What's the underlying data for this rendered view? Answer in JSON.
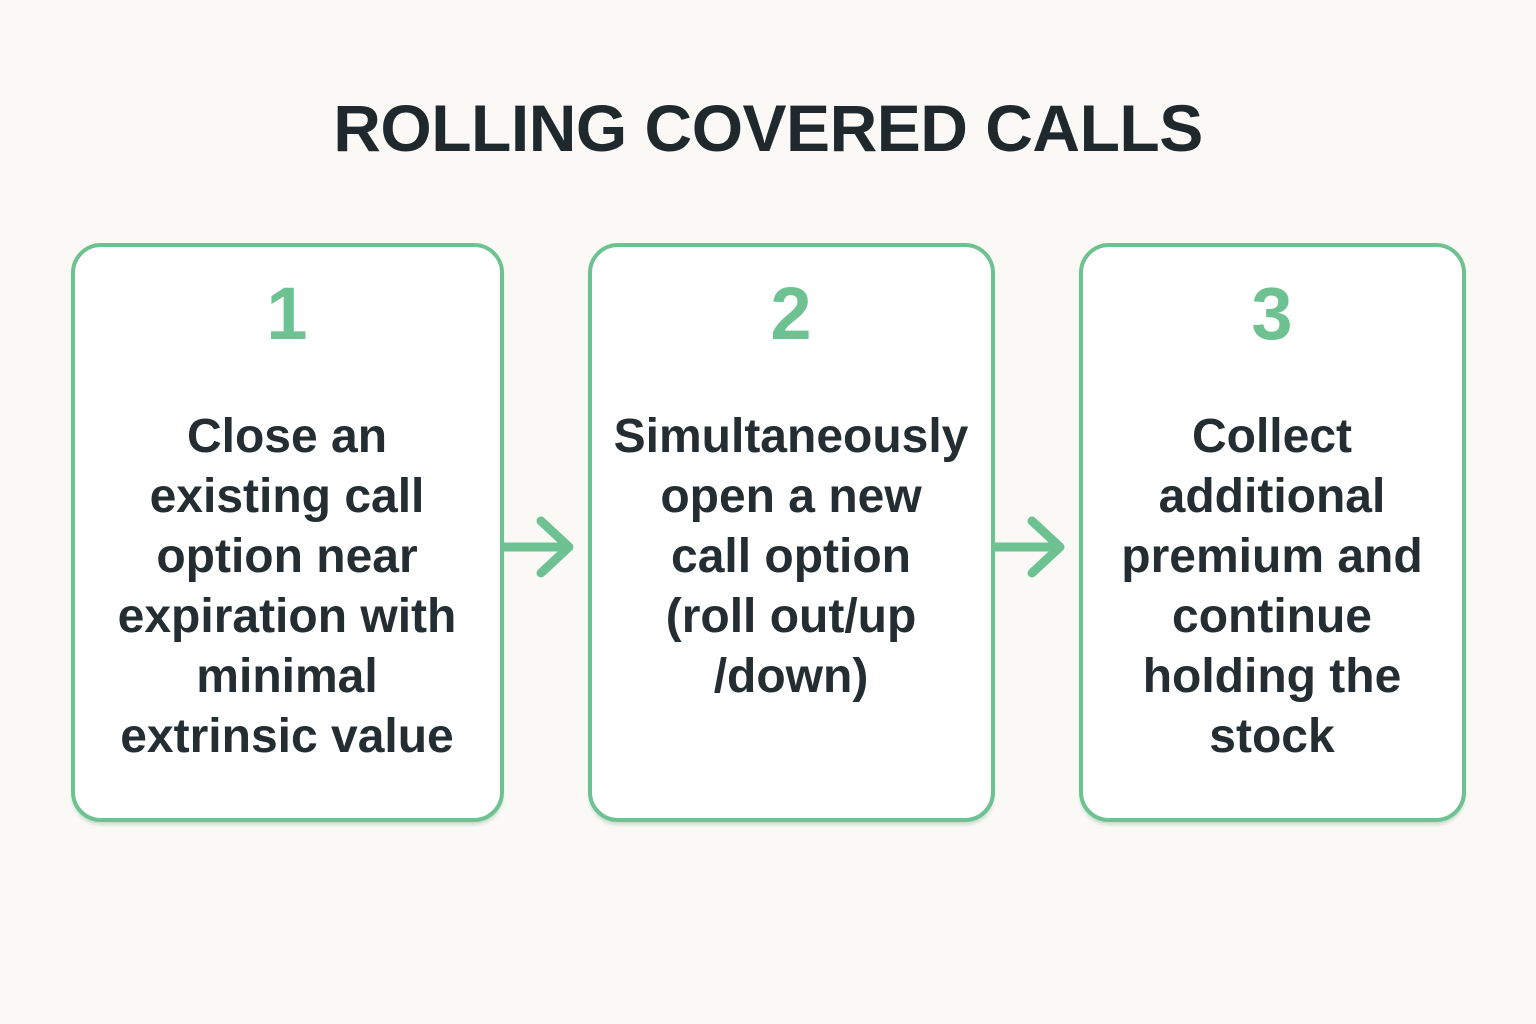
{
  "title": "ROLLING COVERED CALLS",
  "colors": {
    "accent": "#6EC292",
    "title": "#1F292D",
    "text": "#242E32",
    "background": "#FBF9F6",
    "card": "#FFFFFF"
  },
  "steps": [
    {
      "number": "1",
      "text": "Close an\nexisting call\noption near\nexpiration with\nminimal\nextrinsic value"
    },
    {
      "number": "2",
      "text": "Simultaneously\nopen a new\ncall option\n(roll out/up\n/down)"
    },
    {
      "number": "3",
      "text": "Collect\nadditional\npremium and\ncontinue\nholding the\nstock"
    }
  ]
}
